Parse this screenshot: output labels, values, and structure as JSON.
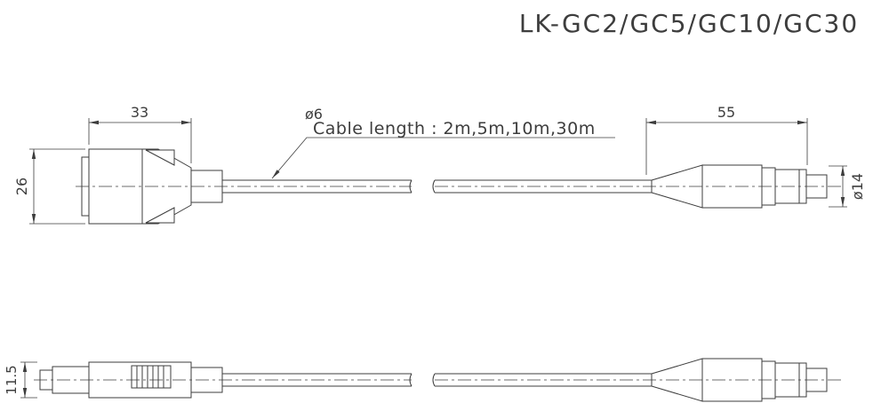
{
  "title": "LK-GC2/GC5/GC10/GC30",
  "colors": {
    "line": "#3d3d3d",
    "background": "#ffffff"
  },
  "top_view": {
    "note": "Cable length : 2m,5m,10m,30m",
    "dims": {
      "left_connector_width": "33",
      "left_connector_height": "26",
      "cable_diameter": "ø6",
      "right_connector_length": "55",
      "right_connector_diameter": "ø14"
    }
  },
  "bottom_view": {
    "dims": {
      "left_connector_thickness": "11.5"
    }
  }
}
